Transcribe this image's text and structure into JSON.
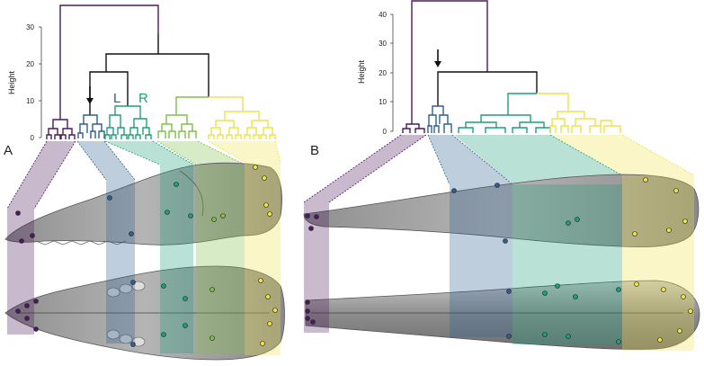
{
  "colors": {
    "purple": "#4b1a5c",
    "blue": "#2f5f8f",
    "teal": "#1f9e7a",
    "green": "#7ec04a",
    "yellow": "#efe24a",
    "black": "#111111",
    "skull": "#9a9a9a",
    "skull_dark": "#555555"
  },
  "panelA": {
    "letter": "A",
    "ylabel": "Height",
    "ticks": [
      "0",
      "10",
      "20",
      "30"
    ],
    "label_L": "L",
    "label_R": "R",
    "arrow": "arrow-icon"
  },
  "panelB": {
    "letter": "B",
    "ylabel": "Height",
    "ticks": [
      "0",
      "10",
      "20",
      "30",
      "40"
    ],
    "arrow": "arrow-icon"
  }
}
